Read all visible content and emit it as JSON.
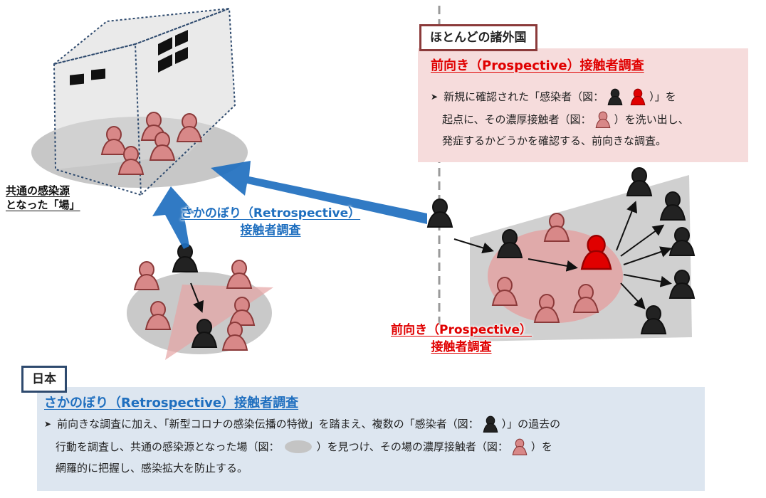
{
  "colors": {
    "black_person": "#222222",
    "red_person": "#e00000",
    "pink_person": "#d88888",
    "retro_arrow": "#1f6fbf",
    "foreign_accent": "#8b3a3a",
    "japan_accent": "#2e4a6e",
    "foreign_panel_bg": "#f6dcdc",
    "japan_panel_bg": "#dde6f0"
  },
  "icons": [
    "person-black-icon",
    "person-red-icon",
    "person-pink-icon",
    "gray-ellipse-icon",
    "bullet-arrow-icon"
  ],
  "foreign": {
    "tag": "ほとんどの諸外国",
    "title": "前向き（Prospective）接触者調査",
    "line1_a": "新規に確認された「感染者（図：",
    "line1_b": "）」を",
    "line2_a": "起点に、その濃厚接触者（図：",
    "line2_b": "）を洗い出し、",
    "line3": "発症するかどうかを確認する、前向きな調査。"
  },
  "japan": {
    "tag": "日本",
    "title": "さかのぼり（Retrospective）接触者調査",
    "line1_a": "前向きな調査に加え、「新型コロナの感染伝播の特徴」を踏まえ、複数の「感染者（図：",
    "line1_b": "）」の過去の",
    "line2_a": "行動を調査し、共通の感染源となった場（図：",
    "line2_b": "）を見つけ、その場の濃厚接触者（図：",
    "line2_c": "）を",
    "line3": "網羅的に把握し、感染拡大を防止する。"
  },
  "diagram": {
    "source_label_1": "共通の感染源",
    "source_label_2": "となった「場」",
    "retro_label_1": "さかのぼり（Retrospective）",
    "retro_label_2": "接触者調査",
    "prosp_label_1": "前向き（Prospective）",
    "prosp_label_2": "接触者調査"
  }
}
